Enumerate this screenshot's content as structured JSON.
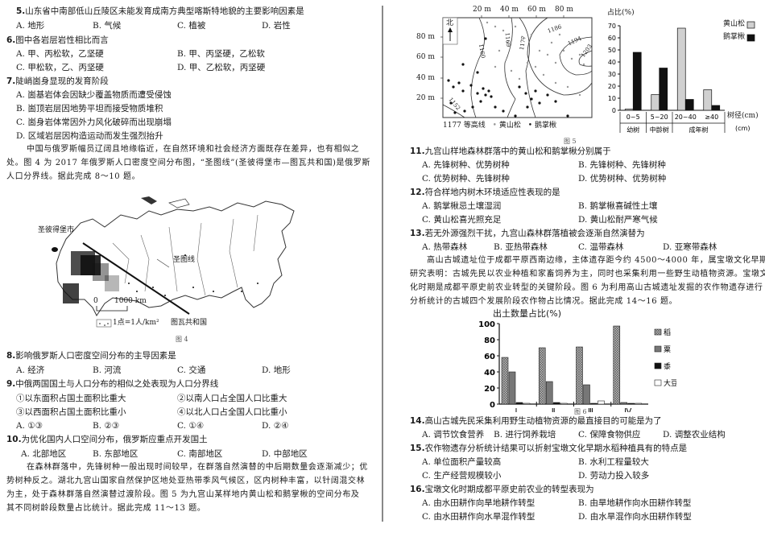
{
  "left_column": {
    "q5": {
      "num": "5.",
      "stem": "山东省中南部低山丘陵区未能发育成南方典型喀斯特地貌的主要影响因素是",
      "options": [
        "A. 地形",
        "B. 气候",
        "C. 植被",
        "D. 岩性"
      ]
    },
    "q6": {
      "num": "6.",
      "stem": "图中各岩层岩性相比而言",
      "options": [
        "A. 甲、丙松软，乙坚硬",
        "B. 甲、丙坚硬，乙松软",
        "C. 甲松软，乙、丙坚硬",
        "D. 甲、乙松软，丙坚硬"
      ]
    },
    "q7": {
      "num": "7.",
      "stem": "陡峭崮身显现的发育阶段",
      "options": [
        "A. 崮基岩体会因缺少覆盖物质而遭受侵蚀",
        "B. 崮顶岩层因地势平坦而接受物质堆积",
        "C. 崮身岩体常因外力风化破碎而出现崩塌",
        "D. 区域岩层因构造运动而发生强烈抬升"
      ]
    },
    "passage_8_10": [
      "中国与俄罗斯幅员辽阔且地缘临近，在自然环境和社会经济方面既存在差异，也有相似之",
      "处。图 4 为 2017 年俄罗斯人口密度空间分布图，“圣图线”(圣彼得堡市—图瓦共和国)是俄罗斯",
      "人口分界线。据此完成 8～10 题。"
    ],
    "figure4": {
      "caption": "图 4",
      "labels": {
        "st_petersburg": "圣彼得堡市",
        "line": "圣图线",
        "tuva": "图瓦共和国"
      },
      "scale": {
        "zero": "0",
        "distance": "1000 km"
      },
      "legend": "1点=1人/km²"
    },
    "q8": {
      "num": "8.",
      "stem": "影响俄罗斯人口密度空间分布的主导因素是",
      "options": [
        "A. 经济",
        "B. 河流",
        "C. 交通",
        "D. 地形"
      ]
    },
    "q9": {
      "num": "9.",
      "stem": "中俄两国国土与人口分布的相似之处表现为人口分界线",
      "statements": [
        "①以东面积占国土面积比重大",
        "②以南人口占全国人口比重大",
        "③以西面积占国土面积比重小",
        "④以北人口占全国人口比重小"
      ],
      "options": [
        "A. ①③",
        "B. ②③",
        "C. ①④",
        "D. ②④"
      ]
    },
    "q10": {
      "num": "10.",
      "stem": "为优化国内人口空间分布，俄罗斯应重点开发国土",
      "options": [
        "A. 北部地区",
        "B. 东部地区",
        "C. 南部地区",
        "D. 中部地区"
      ]
    },
    "passage_11_13": [
      "在森林群落中，先锋树种一般出现时间较早，在群落自然演替的中后期数量会逐渐减少；优",
      "势树种反之。湖北九宫山国家自然保护区地处亚热带季风气候区，区内树种丰富，以针阔混交林",
      "为主，处于森林群落自然演替过渡阶段。图 5 为九宫山某样地内黄山松和鹅掌楸的空间分布及",
      "其不同树龄段数量占比统计。据此完成 11～13 题。"
    ]
  },
  "right_column": {
    "figure5": {
      "caption": "图 5",
      "map": {
        "x_ticks": [
          "20 m",
          "40 m",
          "60 m",
          "80 m"
        ],
        "y_ticks": [
          "80 m",
          "60 m",
          "40 m",
          "20 m"
        ],
        "north": "北",
        "contours": [
          "1152",
          "1160",
          "1169",
          "1177",
          "1186",
          "1194",
          "1203"
        ],
        "legend": {
          "contour_sample": "1177",
          "contour": "等高线",
          "pine": "黄山松",
          "tulip": "鹅掌楸"
        }
      }
    },
    "q11": {
      "num": "11.",
      "stem": "九宫山样地森林群落中的黄山松和鹅掌楸分别属于",
      "options": [
        "A. 先锋树种、优势树种",
        "B. 先锋树种、先锋树种",
        "C. 优势树种、先锋树种",
        "D. 优势树种、优势树种"
      ]
    },
    "q12": {
      "num": "12.",
      "stem": "符合样地内树木环境适应性表现的是",
      "options": [
        "A. 鹅掌楸忌土壤湿润",
        "B. 鹅掌楸喜碱性土壤",
        "C. 黄山松喜光照充足",
        "D. 黄山松耐严寒气候"
      ]
    },
    "q13": {
      "num": "13.",
      "stem": "若无外源强烈干扰，九宫山森林群落植被会逐渐自然演替为",
      "options": [
        "A. 热带森林",
        "B. 亚热带森林",
        "C. 温带森林",
        "D. 亚寒带森林"
      ]
    },
    "passage_14_16": [
      "高山古城遗址位于成都平原西南边缘，主体遗存距今约 4500～4000 年，属宝墩文化早期。",
      "研究表明：古城先民以农业种植和家畜饲养为主，同时也采集利用一些野生动植物资源。宝墩文",
      "化时期是成都平原史前农业转型的关键阶段。图 6 为利用高山古城遗址发掘的农作物遗存进行",
      "分析统计的古城四个发展阶段农作物占比情况。据此完成 14～16 题。"
    ],
    "figure6": {
      "caption": "图 6"
    },
    "q14": {
      "num": "14.",
      "stem": "高山古城先民采集利用野生动植物资源的最直接目的可能是为了",
      "options": [
        "A. 调节饮食营养",
        "B. 进行饲养栽培",
        "C. 保障食物供应",
        "D. 调整农业结构"
      ]
    },
    "q15": {
      "num": "15.",
      "stem": "农作物遗存分析统计结果可以折射宝墩文化早期水稻种植具有的特点是",
      "options": [
        "A. 单位面积产量较高",
        "B. 水利工程量较大",
        "C. 生产经营规模较小",
        "D. 劳动力投入较多"
      ]
    },
    "q16": {
      "num": "16.",
      "stem": "宝墩文化时期成都平原史前农业的转型表现为",
      "options": [
        "A. 由水田耕作向旱地耕作转型",
        "B. 由旱地耕作向水田耕作转型",
        "C. 由水田耕作向水旱混作转型",
        "D. 由水旱混作向水田耕作转型"
      ]
    }
  },
  "chart_data": [
    {
      "id": "figure5-bar",
      "type": "bar",
      "title": "",
      "ylabel": "占比(%)",
      "xlabel": "树径(cm)",
      "ylim": [
        0,
        70
      ],
      "yticks": [
        0,
        10,
        20,
        30,
        40,
        50,
        60,
        70
      ],
      "categories": [
        "0~5",
        "5~20",
        "20~40",
        "≥40"
      ],
      "groups": [
        {
          "label": "幼树",
          "span": [
            "0~5"
          ]
        },
        {
          "label": "中龄树",
          "span": [
            "5~20"
          ]
        },
        {
          "label": "成年树",
          "span": [
            "20~40",
            "≥40"
          ]
        }
      ],
      "series": [
        {
          "name": "黄山松",
          "color": "#d0d0d0",
          "values": [
            1,
            13,
            68,
            17
          ]
        },
        {
          "name": "鹅掌楸",
          "color": "#111111",
          "values": [
            48,
            35,
            9,
            4
          ]
        }
      ],
      "legend_position": "top-right",
      "grid": false
    },
    {
      "id": "figure6-bar",
      "type": "bar",
      "title": "出土数量占比(%)",
      "ylabel": "出土数量占比(%)",
      "xlabel": "",
      "ylim": [
        0,
        100
      ],
      "yticks": [
        0,
        20,
        40,
        60,
        80,
        100
      ],
      "categories": [
        "Ⅰ",
        "Ⅱ",
        "Ⅲ",
        "Ⅳ"
      ],
      "series": [
        {
          "name": "稻",
          "pattern": "crosshatch",
          "color": "#8a8a8a",
          "values": [
            58,
            70,
            71,
            97
          ]
        },
        {
          "name": "粟",
          "color": "#777777",
          "values": [
            40,
            28,
            24,
            2
          ]
        },
        {
          "name": "黍",
          "color": "#111111",
          "values": [
            2,
            2,
            1,
            1
          ]
        },
        {
          "name": "大豆",
          "color": "#ffffff",
          "values": [
            1,
            1,
            4,
            1
          ]
        }
      ],
      "legend_position": "right",
      "grid": false
    }
  ]
}
